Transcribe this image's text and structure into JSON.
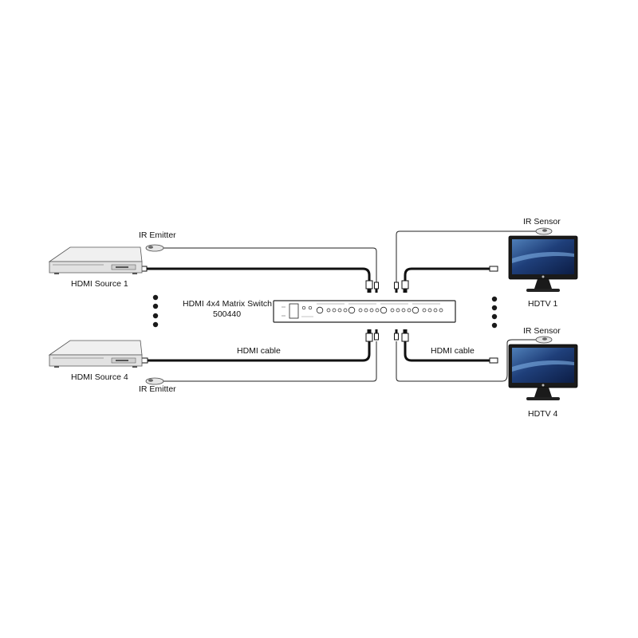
{
  "labels": {
    "ir_emitter_top": "IR Emitter",
    "ir_emitter_bottom": "IR Emitter",
    "source_1": "HDMI Source 1",
    "source_4": "HDMI Source 4",
    "switch_title": "HDMI 4x4 Matrix Switch",
    "switch_model": "500440",
    "hdmi_cable_left": "HDMI cable",
    "hdmi_cable_right": "HDMI cable",
    "ir_sensor_top": "IR Sensor",
    "ir_sensor_bottom": "IR Sensor",
    "hdtv_1": "HDTV 1",
    "hdtv_4": "HDTV 4"
  },
  "icons": {
    "source_device": "dvd-player-icon",
    "display": "monitor-icon",
    "ir_emitter": "ir-emitter-icon",
    "ir_sensor": "ir-sensor-icon",
    "connector": "hdmi-plug-icon",
    "ellipsis": "vertical-ellipsis-icon"
  }
}
